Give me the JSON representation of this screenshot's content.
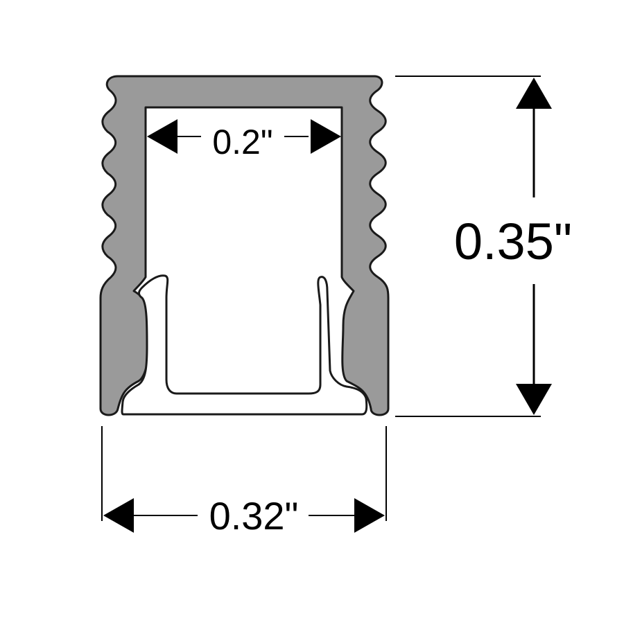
{
  "dimensions": {
    "inner_width": "0.2\"",
    "overall_height": "0.35\"",
    "overall_width": "0.32\""
  },
  "colors": {
    "profile_fill": "#9a9a9a",
    "outline": "#1a1a1a",
    "insert_fill": "#ffffff",
    "background": "#ffffff"
  }
}
